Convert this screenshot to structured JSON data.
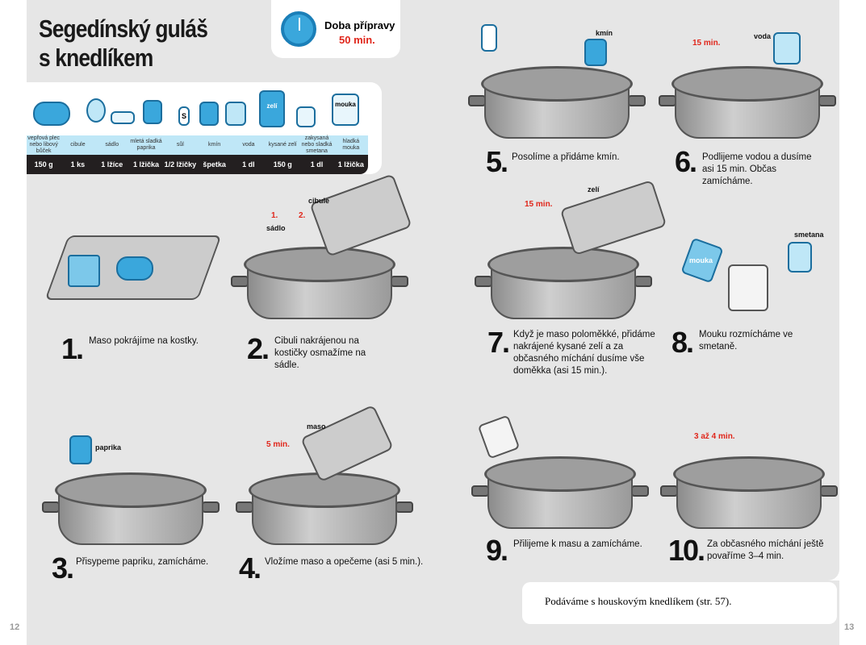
{
  "title": {
    "line1": "Segedínský guláš",
    "line2": "s knedlíkem"
  },
  "prep": {
    "label": "Doba přípravy",
    "time": "50 min."
  },
  "ingredients": [
    {
      "name": "vepřová plec nebo libový bůček",
      "amount": "150 g"
    },
    {
      "name": "cibule",
      "amount": "1 ks"
    },
    {
      "name": "sádlo",
      "amount": "1 lžíce"
    },
    {
      "name": "mletá sladká paprika",
      "amount": "1 lžička"
    },
    {
      "name": "sůl",
      "amount": "1/2 lžičky"
    },
    {
      "name": "kmín",
      "amount": "špetka"
    },
    {
      "name": "voda",
      "amount": "1 dl"
    },
    {
      "name": "kysané zelí",
      "amount": "150 g"
    },
    {
      "name": "zakysaná nebo sladká smetana",
      "amount": "1 dl"
    },
    {
      "name": "hladká mouka",
      "amount": "1 lžička"
    }
  ],
  "icon_labels": {
    "zeli": "zelí",
    "mouka": "mouka",
    "s": "S"
  },
  "steps": [
    {
      "n": "1.",
      "text": "Maso pokrájíme na kostky."
    },
    {
      "n": "2.",
      "text": "Cibuli nakrájenou na kostičky osmažíme na sádle."
    },
    {
      "n": "3.",
      "text": "Přisypeme papriku, zamícháme."
    },
    {
      "n": "4.",
      "text": "Vložíme maso a opečeme (asi 5 min.)."
    },
    {
      "n": "5.",
      "text": "Posolíme a přidáme kmín."
    },
    {
      "n": "6.",
      "text": "Podlijeme vodou a dusíme asi 15 min. Občas zamícháme."
    },
    {
      "n": "7.",
      "text": "Když je maso poloměkké, přidáme nakrájené kysané zelí a za občasného míchání dusíme vše doměkka (asi 15 min.)."
    },
    {
      "n": "8.",
      "text": "Mouku rozmícháme ve smetaně."
    },
    {
      "n": "9.",
      "text": "Přilijeme k masu a zamícháme."
    },
    {
      "n": "10.",
      "text": "Za občasného míchání ještě povaříme 3–4 min."
    }
  ],
  "labels": {
    "s2_1": "1.",
    "s2_sadlo": "sádlo",
    "s2_2": "2.",
    "s2_cibule": "cibule",
    "s3_paprika": "paprika",
    "s4_time": "5 min.",
    "s4_maso": "maso",
    "s5_kmin": "kmín",
    "s6_time": "15 min.",
    "s6_voda": "voda",
    "s7_time": "15 min.",
    "s7_zeli": "zelí",
    "s8_smetana": "smetana",
    "s8_mouka": "mouka",
    "s10_time": "3 až 4 min."
  },
  "serve": "Podáváme s houskovým knedlíkem (str. 57).",
  "pages": {
    "left": "12",
    "right": "13"
  }
}
